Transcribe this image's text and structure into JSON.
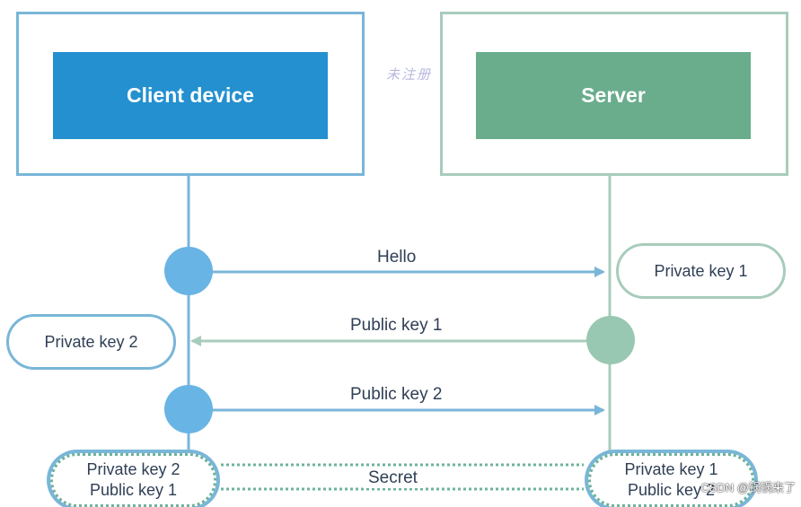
{
  "client": {
    "title": "Client device"
  },
  "server": {
    "title": "Server"
  },
  "watermark": "未注册",
  "messages": {
    "hello": "Hello",
    "public_key_1": "Public key 1",
    "public_key_2": "Public key 2",
    "secret": "Secret"
  },
  "keys": {
    "server_private": "Private key 1",
    "client_private": "Private key 2",
    "client_final": [
      "Private key 2",
      "Public key 1"
    ],
    "server_final": [
      "Private key 1",
      "Public key 2"
    ]
  },
  "credit": "CSDN @锅锅来了",
  "colors": {
    "client_blue": "#2490cf",
    "server_green": "#69ad8d",
    "client_line": "#79b6d8",
    "server_line": "#a8ccbb",
    "client_node": "#68b4e5",
    "server_node": "#98c7b2"
  }
}
